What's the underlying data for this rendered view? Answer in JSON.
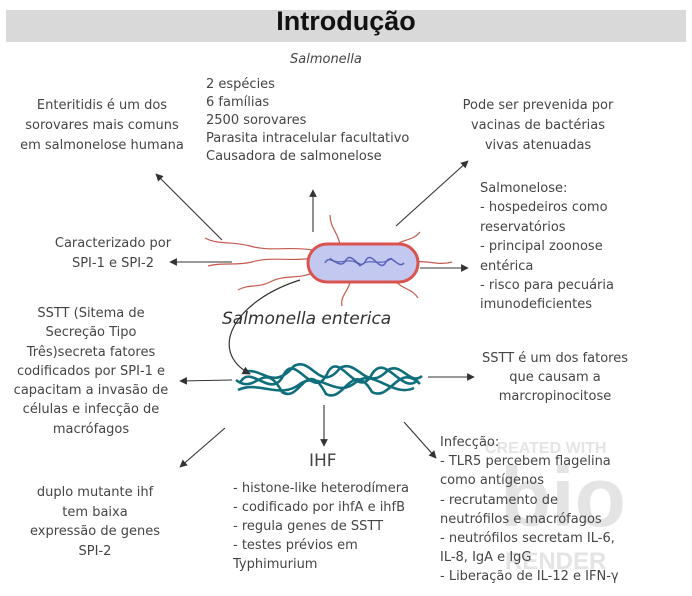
{
  "title": "Introdução",
  "top_label": "Salmonella",
  "center_label": "Salmonella enterica",
  "facts": [
    "2 espécies",
    "6 famílias",
    "2500 sorovares",
    "Parasita intracelular facultativo",
    "Causadora de salmonelose"
  ],
  "enteritidis": [
    "Enteritidis é um dos",
    "sorovares mais comuns",
    "em salmonelose humana"
  ],
  "vaccine": [
    "Pode ser prevenida por",
    "vacinas de bactérias",
    "vivas atenuadas"
  ],
  "spi": [
    "Caracterizado por",
    "SPI-1 e SPI-2"
  ],
  "salmonelose": [
    "Salmonelose:",
    "- hospedeiros como",
    "reservatórios",
    "- principal zoonose",
    "entérica",
    "- risco para pecuária",
    "imunodeficientes"
  ],
  "sstt": [
    "SSTT (Sitema de",
    "Secreção Tipo",
    "Três)secreta fatores",
    "codificados por SPI-1 e",
    "capacitam a invasão de",
    "células e infecção de",
    "macrófagos"
  ],
  "sstt_factor": [
    "SSTT é um dos fatores",
    "que causam a",
    "marcropinocitose"
  ],
  "ihf_title": "IHF",
  "ihf_list": [
    "- histone-like heterodímera",
    "- codificado por ihfA e ihfB",
    "- regula genes de SSTT",
    "- testes prévios em",
    "Typhimurium"
  ],
  "mutant": [
    "duplo mutante ihf",
    "tem baixa",
    "expressão de genes",
    "SPI-2"
  ],
  "infection": [
    "Infecção:",
    "- TLR5 percebem flagelina",
    "como antígenos",
    "- recrutamento de",
    "neutrófilos e macrófagos",
    "- neutrófilos secretam IL-6,",
    "IL-8, IgA e IgG",
    "- Liberação de IL-12 e IFN-γ"
  ],
  "watermark": {
    "line1": "CREATED WITH",
    "logo": "bio",
    "line2": "RENDER"
  },
  "colors": {
    "title_bar": "#d9d9d9",
    "bacterium_fill": "#c3c8f0",
    "bacterium_outline": "#d9534f",
    "dna": "#0f6f7c",
    "arrow": "#333333",
    "text": "#454545"
  }
}
